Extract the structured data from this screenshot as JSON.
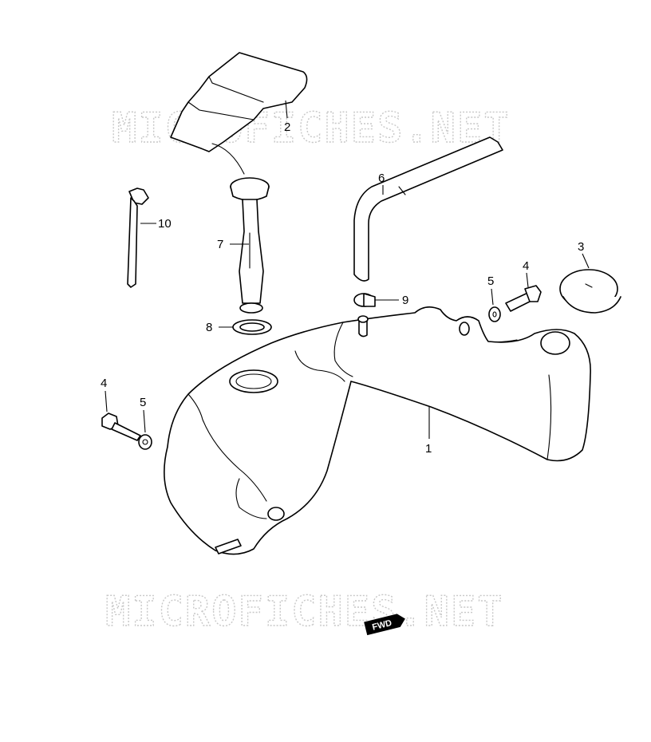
{
  "watermarks": [
    "MICROFICHES.NET",
    "MICROFICHES.NET"
  ],
  "direction_badge": "FWD",
  "callouts": {
    "p1": "1",
    "p2": "2",
    "p3": "3",
    "p4a": "4",
    "p4b": "4",
    "p5a": "5",
    "p5b": "5",
    "p6": "6",
    "p7": "7",
    "p8": "8",
    "p9": "9",
    "p10": "10"
  }
}
